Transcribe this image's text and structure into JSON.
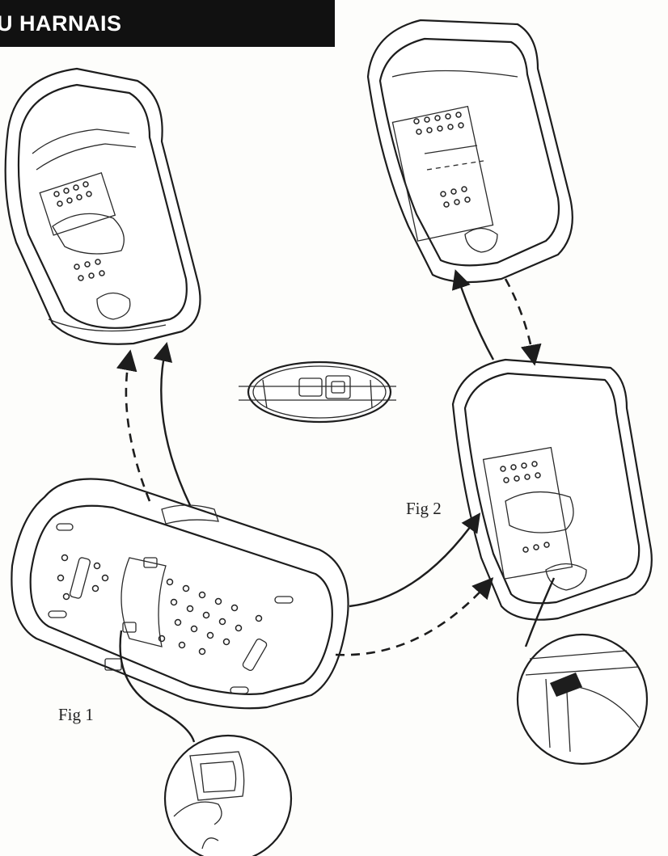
{
  "header": {
    "title": "U HARNAIS"
  },
  "figures": {
    "fig1_label": "Fig 1",
    "fig2_label": "Fig 2"
  },
  "colors": {
    "header_bg": "#111111",
    "header_text": "#ffffff",
    "ink": "#1d1d1d"
  }
}
